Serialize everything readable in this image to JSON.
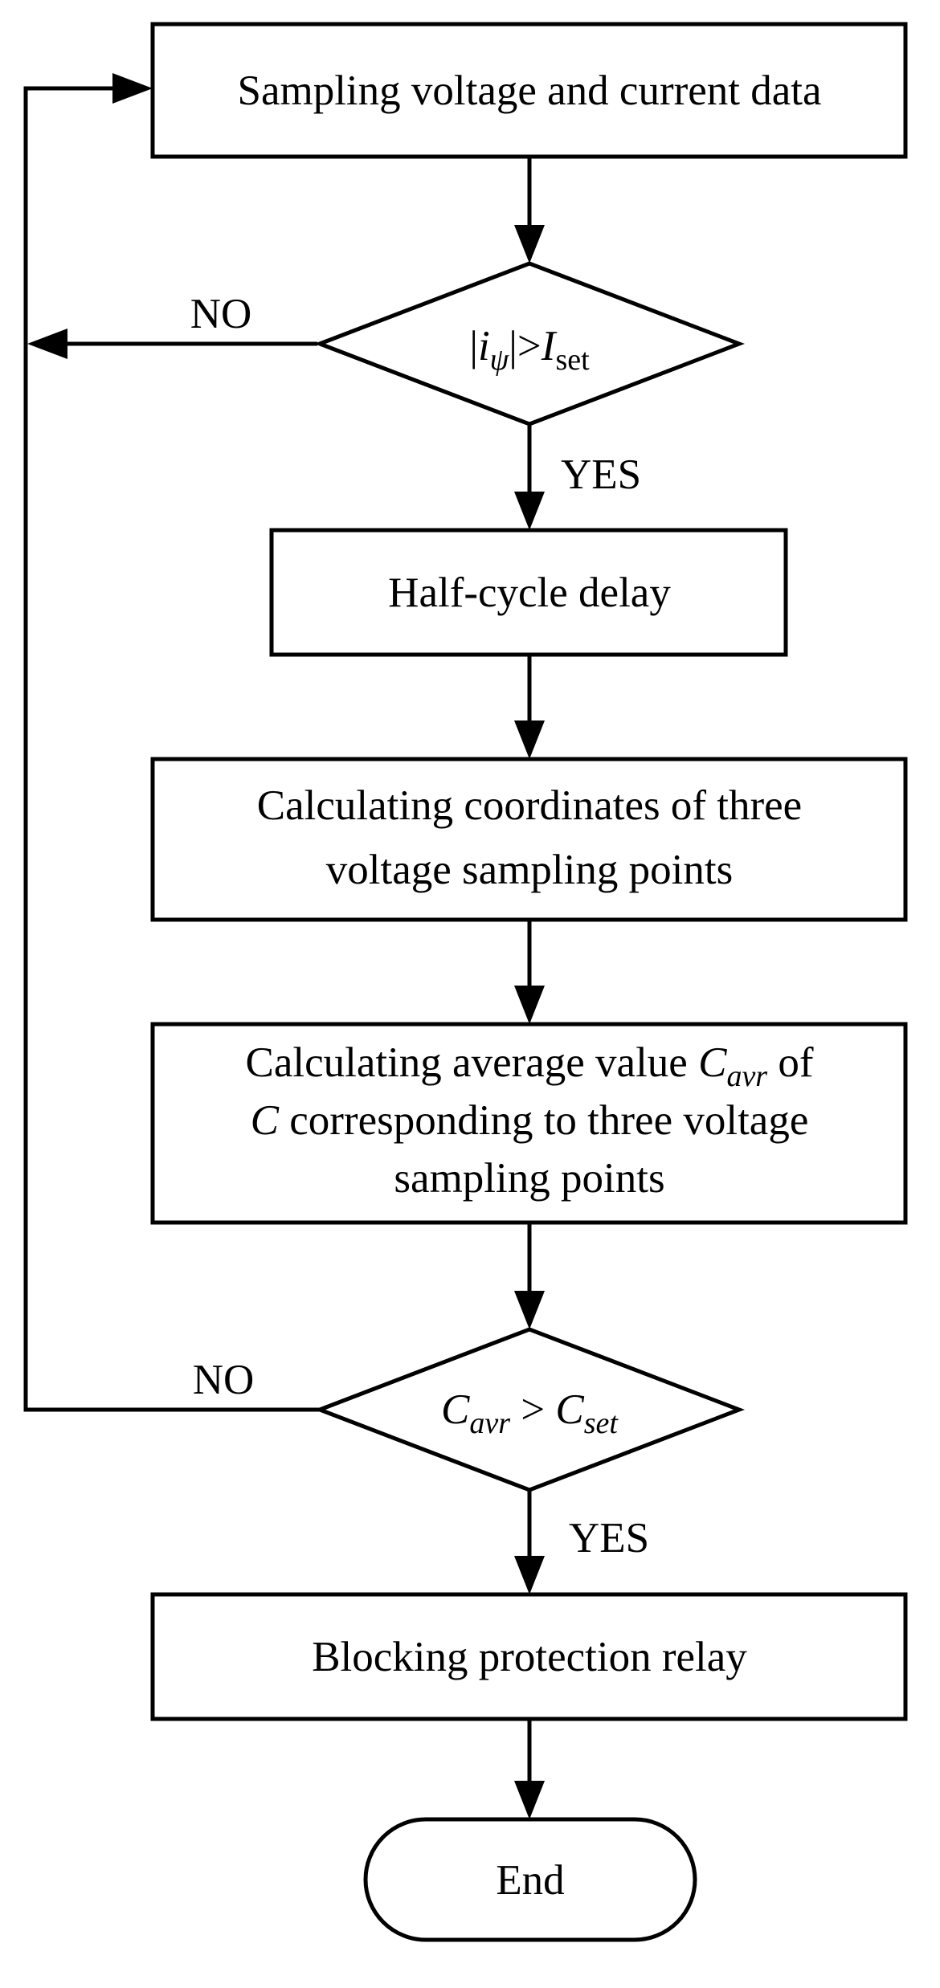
{
  "flowchart": {
    "start_box": "Sampling voltage and current data",
    "decision1": {
      "prefix": "|",
      "var": "i",
      "var_sub": "ψ",
      "mid": "|>",
      "rhs": "I",
      "rhs_sub": "set"
    },
    "yes1": "YES",
    "no1": "NO",
    "delay_box": "Half-cycle delay",
    "coord_box": {
      "line1": "Calculating coordinates of three",
      "line2": "voltage sampling points"
    },
    "avg_box": {
      "line1_pre": "Calculating average value ",
      "var": "C",
      "var_sub": "avr",
      "line1_post": " of",
      "line2_var": "C",
      "line2_rest": " corresponding to three voltage",
      "line3": "sampling points"
    },
    "decision2": {
      "lhs": "C",
      "lhs_sub": "avr",
      "op": " > ",
      "rhs": "C",
      "rhs_sub": "set"
    },
    "yes2": "YES",
    "no2": "NO",
    "block_box": "Blocking protection relay",
    "end": "End"
  }
}
